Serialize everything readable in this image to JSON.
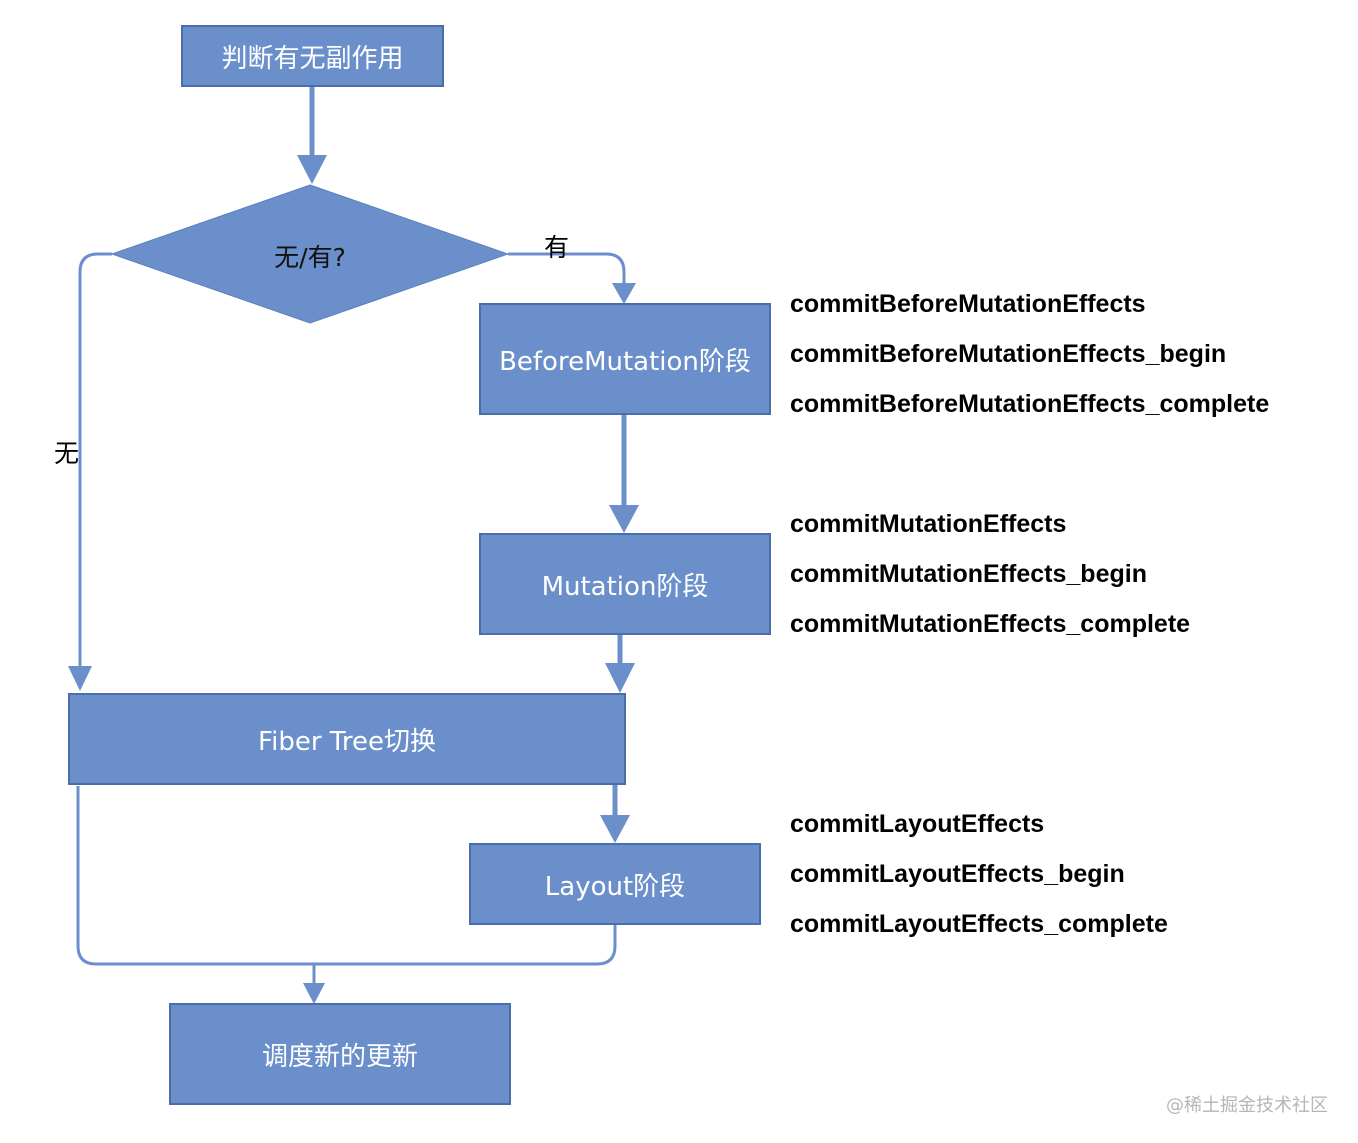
{
  "nodes": {
    "start": "判断有无副作用",
    "decision": "无/有?",
    "before_mutation": "BeforeMutation阶段",
    "mutation": "Mutation阶段",
    "fiber_switch": "Fiber Tree切换",
    "layout": "Layout阶段",
    "schedule": "调度新的更新"
  },
  "edge_labels": {
    "yes": "有",
    "no": "无"
  },
  "functions": {
    "before_mutation": [
      "commitBeforeMutationEffects",
      "commitBeforeMutationEffects_begin",
      "commitBeforeMutationEffects_complete"
    ],
    "mutation": [
      "commitMutationEffects",
      "commitMutationEffects_begin",
      "commitMutationEffects_complete"
    ],
    "layout": [
      "commitLayoutEffects",
      "commitLayoutEffects_begin",
      "commitLayoutEffects_complete"
    ]
  },
  "watermark": "@稀土掘金技术社区",
  "colors": {
    "node_fill": "#6b8fcb",
    "node_border": "#4a6ea9",
    "connector": "#6b8fcb",
    "text_on_node": "#ffffff"
  }
}
